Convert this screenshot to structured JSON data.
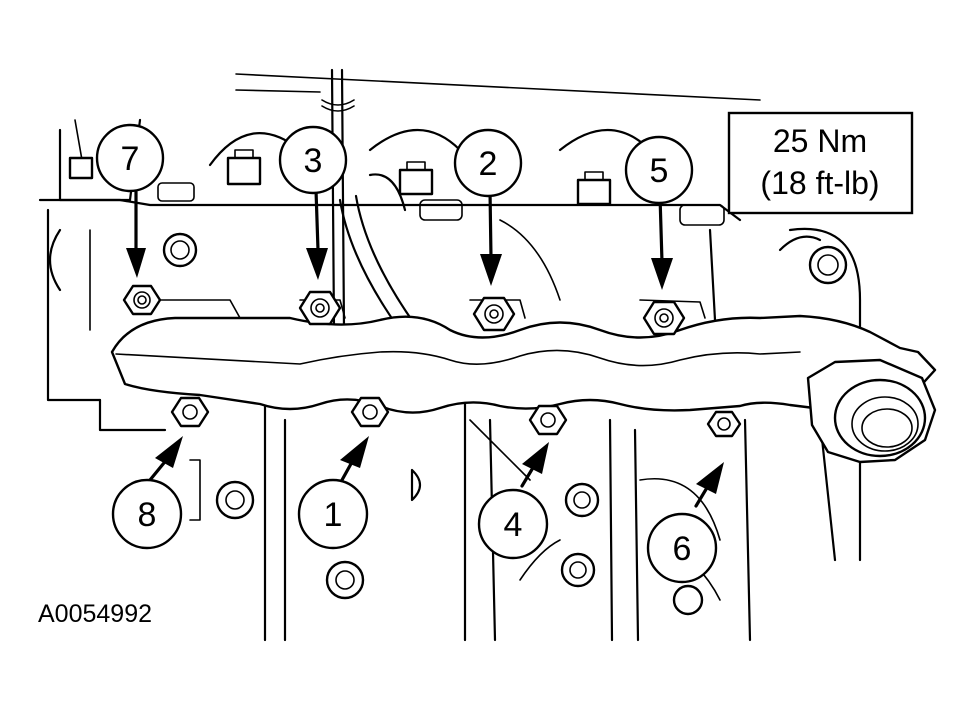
{
  "figure_id": "A0054992",
  "torque_spec": {
    "line1": "25 Nm",
    "line2": "(18 ft-lb)"
  },
  "callouts": [
    {
      "id": "7",
      "label": "7"
    },
    {
      "id": "3",
      "label": "3"
    },
    {
      "id": "2",
      "label": "2"
    },
    {
      "id": "5",
      "label": "5"
    },
    {
      "id": "8",
      "label": "8"
    },
    {
      "id": "1",
      "label": "1"
    },
    {
      "id": "4",
      "label": "4"
    },
    {
      "id": "6",
      "label": "6"
    }
  ]
}
